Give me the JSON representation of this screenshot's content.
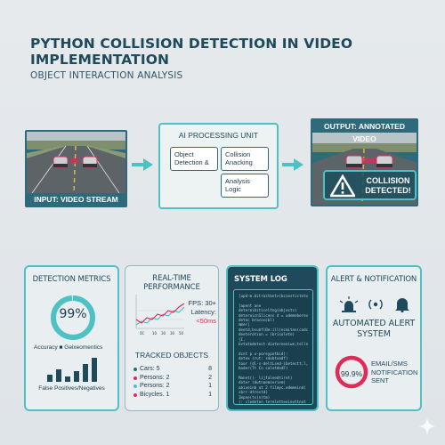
{
  "header": {
    "title": "PYTHON COLLISION DETECTION IN VIDEO IMPLEMENTATION",
    "subtitle": "OBJECT INTERACTION ANALYSIS"
  },
  "flow": {
    "input_caption": "INPUT: VIDEO STREAM",
    "processing": {
      "title": "AI PROCESSING UNIT",
      "chips": [
        "Object Detection &",
        "Collision Anacking",
        "Analysis Logic"
      ]
    },
    "output_caption": "OUTPUT: ANNOTATED VIDEO",
    "alert_text": "COLLISION DETECTED!"
  },
  "panels": {
    "metrics": {
      "title": "DETECTION METRICS",
      "gauge_value": "99%",
      "gauge_fraction": 0.99,
      "legend": "Accuracy  ■  Geixeomentics",
      "footer": "False Positives/Negatives"
    },
    "performance": {
      "title": "REAL-TIME PERFORMANCE",
      "fps_label": "FPS: 30+",
      "latency_label": "Latency:",
      "latency_value": "<50ms",
      "tracked_title": "TRACKED OBJECTS",
      "tracked": [
        {
          "label": "Cars: 5",
          "value": "8",
          "color": "#2d6b7c"
        },
        {
          "label": "Persons: 2",
          "value": "2",
          "color": "#e02b5a"
        },
        {
          "label": "Persons: 2",
          "value": "1",
          "color": "#4ec1c4"
        },
        {
          "label": "Bicycles. 1",
          "value": "1",
          "color": "#e02b5a"
        }
      ]
    },
    "log": {
      "title": "SYSTEM LOG",
      "lines": [
        "[upd-m.bitraitbnt>(bcsestictetvece)",
        "",
        "  [apent ane",
        "    deteroibiticeltng(objects)",
        "    deteroicnSlicens d = udemeberevbelt(",
        "    detec bracoscbl)",
        "  mmer|",
        "    deetd;bsubf(Be:ill)ecmiten(codcdabl)",
        "    deeterotion = (bricolete)",
        "  [I.",
        "  bvtatodetect-dioterneeiwe;telln[e)",
        "",
        "  dcnt p u-poreypotbid):",
        "    detex (rut: sdobtoadf)",
        "    toor (dl-s-deltLsed-ibetectt;l,logirvod)",
        "    boder(Tt Cn caletdedF)",
        "",
        "    Manet()- lijfaleedtiret)",
        "      doter (dutnaemseriem)",
        "      obiveinb ot 2 filmyc.edemeind)",
        "      sbrr-dtrestd)",
        "  Impne(ts(n(tm)",
        "  (: cledeten tereletteeieuttnot"
      ]
    },
    "alert": {
      "title": "ALERT & NOTIFICATION",
      "icons": [
        "beacon-icon",
        "sound-wave-icon",
        "bell-icon"
      ],
      "automated_title": "AUTOMATED ALERT SYSTEM",
      "gauge_value": "99.9%",
      "gauge_fraction": 0.999,
      "notification": "EMAIL/SMS NOTIFICATION SENT"
    }
  },
  "colors": {
    "teal": "#4ec1c4",
    "dark_teal": "#2d6b7c",
    "navy": "#1f4a5c",
    "alert_red": "#e02b5a"
  }
}
